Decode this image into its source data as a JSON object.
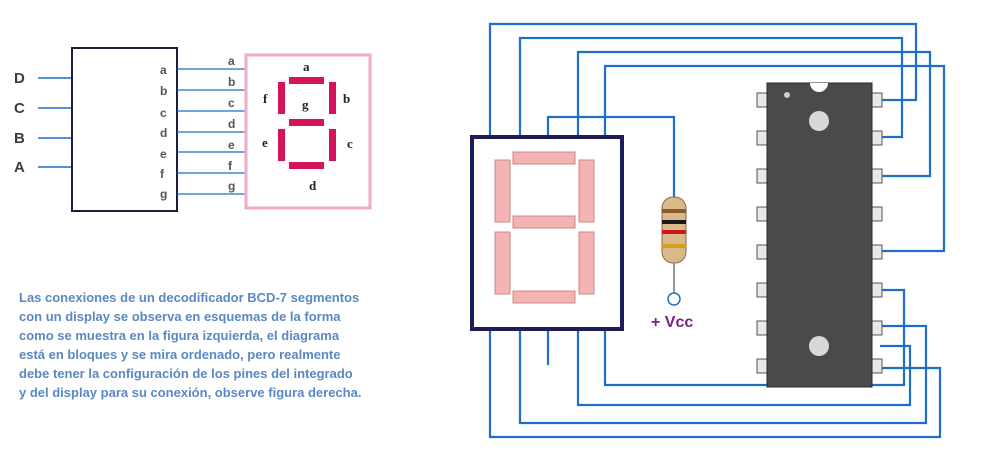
{
  "colors": {
    "wire": "#1e6fc8",
    "block_border": "#1c1c3c",
    "display_small_border": "#f0a9c8",
    "segment_small": "#d4145a",
    "display_big_border": "#1c1c5a",
    "segment_big": "#f4b4b4",
    "segment_big_border": "#c88888",
    "ic_body": "#4a4a4a",
    "pin": "#e8e8e8",
    "vcc": "#7a1f86",
    "text": "#5a88c4"
  },
  "decoder_block": {
    "inputs": [
      "D",
      "C",
      "B",
      "A"
    ],
    "outputs": [
      "a",
      "b",
      "c",
      "d",
      "e",
      "f",
      "g"
    ]
  },
  "small_display": {
    "wire_labels": [
      "a",
      "b",
      "c",
      "d",
      "e",
      "f",
      "g"
    ],
    "segment_labels": {
      "a": "a",
      "b": "b",
      "c": "c",
      "d": "d",
      "e": "e",
      "f": "f",
      "g": "g"
    }
  },
  "resistor": {
    "bands": [
      "#8b5a2b",
      "#1a1a1a",
      "#d01818",
      "#d4a017"
    ],
    "supply_label": "+ Vcc"
  },
  "ic": {
    "pins_per_side": 8
  },
  "description": {
    "lines": [
      "Las conexiones de un decodificador BCD-7 segmentos",
      "con un display se observa en esquemas de la forma",
      "como se muestra en la figura izquierda, el diagrama",
      "está en bloques y se mira ordenado, pero realmente",
      "debe tener la configuración  de los pines del integrado",
      "y del display para su conexión, observe figura derecha."
    ]
  }
}
